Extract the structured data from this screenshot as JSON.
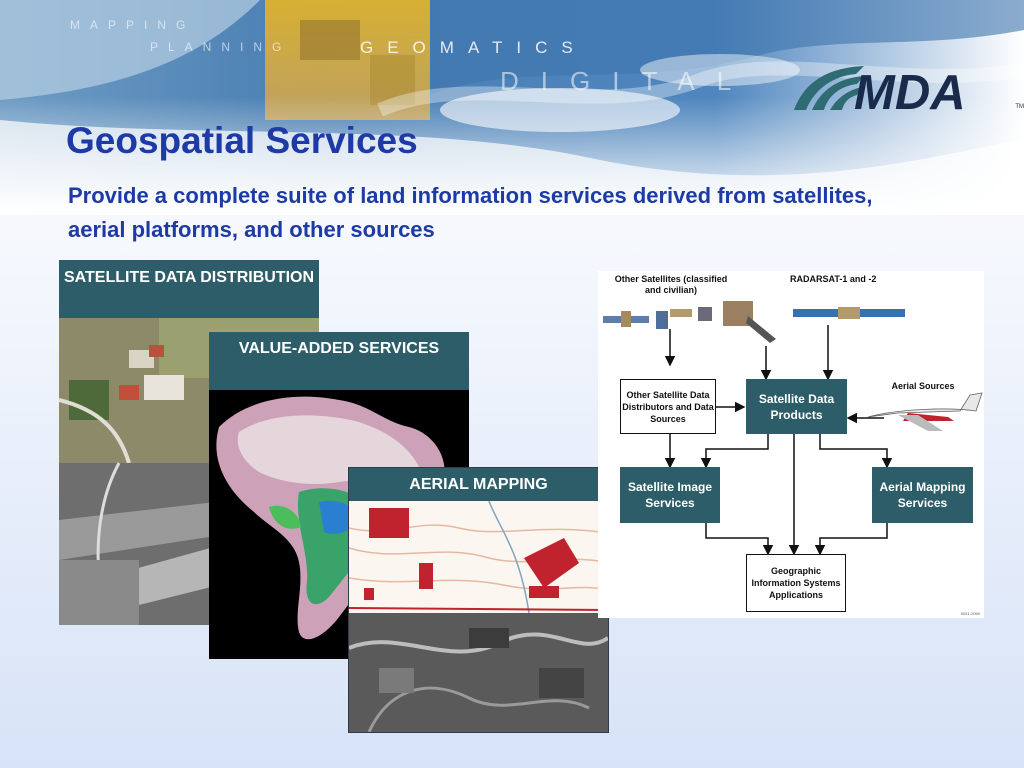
{
  "banner": {
    "words": [
      "MAPPING",
      "PLANNING",
      "GEOMATICS",
      "DIGITAL"
    ]
  },
  "logo": {
    "text": "MDA",
    "tm": "TM"
  },
  "slide": {
    "title": "Geospatial Services",
    "subtitle": "Provide a complete suite of land information services derived from satellites, aerial platforms, and other sources"
  },
  "cards": {
    "satellite": "SATELLITE DATA DISTRIBUTION",
    "value_added": "VALUE-ADDED SERVICES",
    "aerial": "AERIAL MAPPING"
  },
  "diagram": {
    "other_satellites": "Other Satellites (classified and civilian)",
    "radarsat": "RADARSAT-1 and -2",
    "aerial_sources": "Aerial Sources",
    "other_distributors": "Other Satellite Data Distributors and Data Sources",
    "satellite_data_products": "Satellite Data Products",
    "satellite_image_services": "Satellite Image Services",
    "aerial_mapping_services": "Aerial Mapping Services",
    "gis_applications": "Geographic Information Systems Applications",
    "code": "0021-2090"
  },
  "colors": {
    "title_blue": "#1d3aa6",
    "label_teal": "#2e5d6a",
    "logo_teal": "#2f6b72",
    "logo_navy": "#1a2a4a"
  }
}
